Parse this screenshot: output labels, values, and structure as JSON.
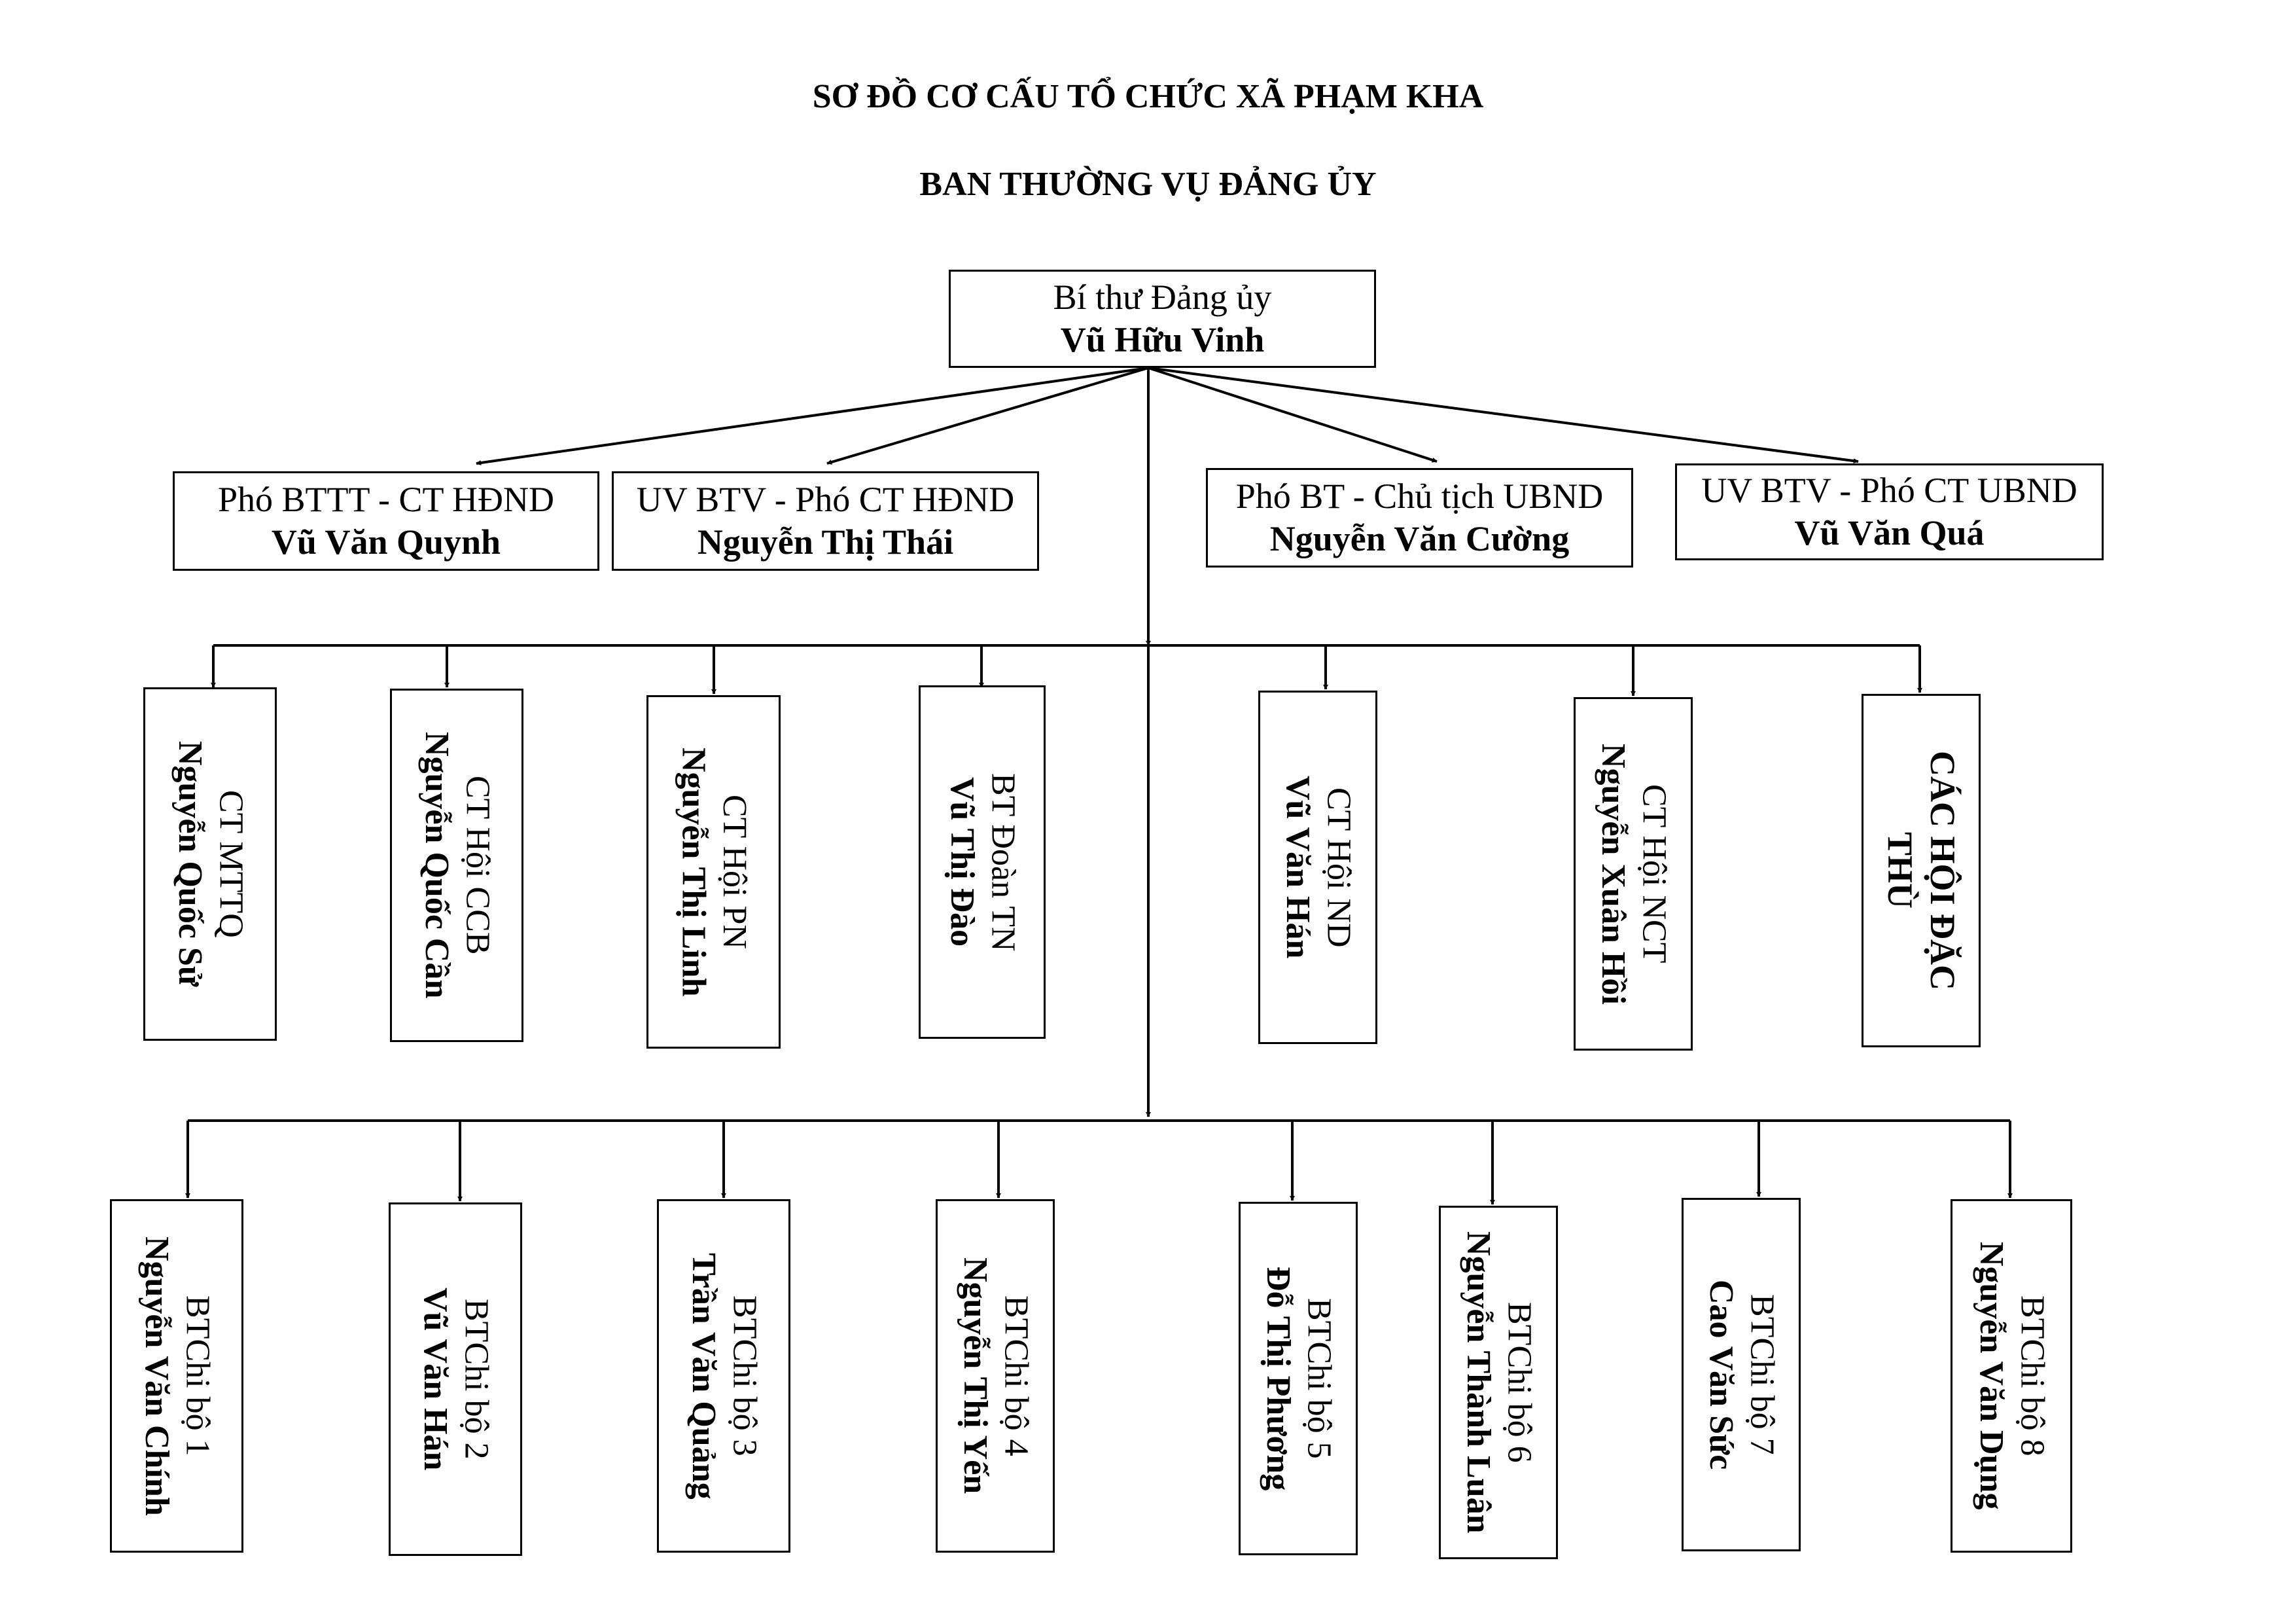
{
  "header": {
    "title": "SƠ ĐỒ CƠ CẤU TỔ CHỨC XÃ PHẠM KHA",
    "subtitle": "BAN THƯỜNG VỤ ĐẢNG ỦY"
  },
  "top": {
    "role": "Bí thư Đảng ủy",
    "name": "Vũ Hữu Vinh"
  },
  "deputies": [
    {
      "role": "Phó BTTT - CT HĐND",
      "name": "Vũ Văn Quynh"
    },
    {
      "role": "UV BTV - Phó CT HĐND",
      "name": "Nguyễn Thị Thái"
    },
    {
      "role": "Phó BT - Chủ tịch UBND",
      "name": "Nguyễn Văn Cường"
    },
    {
      "role": "UV BTV - Phó CT UBND",
      "name": "Vũ Văn Quá"
    }
  ],
  "organizations": [
    {
      "role": "CT MTTQ",
      "name": "Nguyễn Quốc Sử"
    },
    {
      "role": "CT Hội CCB",
      "name": "Nguyễn Quốc Cần"
    },
    {
      "role": "CT Hội PN",
      "name": "Nguyễn Thị Linh"
    },
    {
      "role": "BT Đoàn TN",
      "name": "Vũ Thị Đào"
    },
    {
      "role": "CT Hội ND",
      "name": "Vũ Văn Hán"
    },
    {
      "role": "CT Hội NCT",
      "name": "Nguyễn Xuân Hồi"
    },
    {
      "single": "CÁC HỘI ĐẶC THÙ"
    }
  ],
  "branches": [
    {
      "role": "BTChi bộ 1",
      "name": "Nguyễn Văn Chính"
    },
    {
      "role": "BTChi bộ 2",
      "name": "Vũ Văn Hán"
    },
    {
      "role": "BTChi bộ 3",
      "name": "Trần Văn Quảng"
    },
    {
      "role": "BTChi bộ 4",
      "name": "Nguyễn Thị Yến"
    },
    {
      "role": "BTChi bộ 5",
      "name": "Đỗ Thị Phương"
    },
    {
      "role": "BTChi bộ 6",
      "name": "Nguyễn Thành Luân"
    },
    {
      "role": "BTChi bộ 7",
      "name": "Cao Văn Sức"
    },
    {
      "role": "BTChi bộ 8",
      "name": "Nguyễn Văn Dụng"
    }
  ]
}
